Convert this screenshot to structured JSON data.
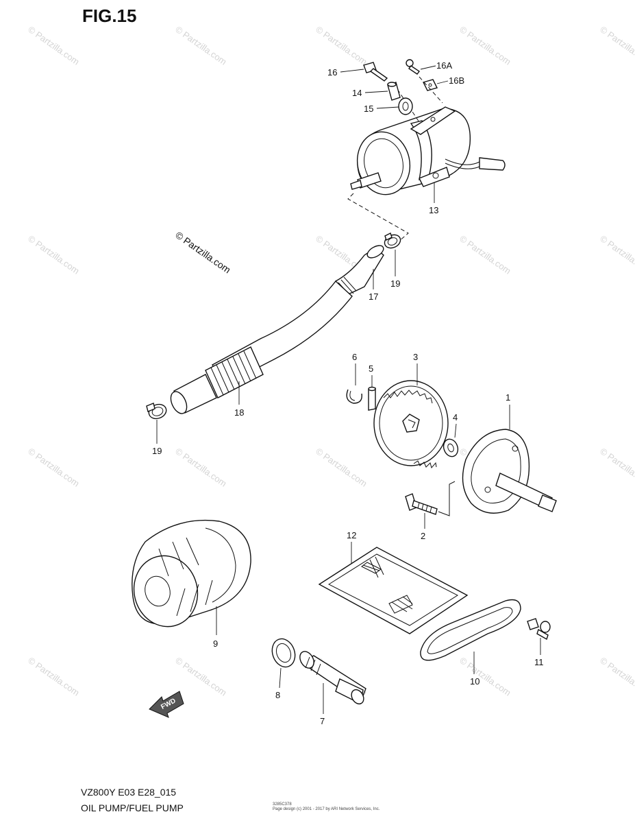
{
  "figure": {
    "title": "FIG.15",
    "model_code": "VZ800Y E03 E28_015",
    "section_title": "OIL PUMP/FUEL PUMP",
    "credit_line_1": "3285C378",
    "credit_line_2": "Page design (c) 2001 - 2017 by ARI Network Services, Inc."
  },
  "watermark": {
    "text": "© Partzilla.com"
  },
  "callouts": {
    "c1": "1",
    "c2": "2",
    "c3": "3",
    "c4": "4",
    "c5": "5",
    "c6": "6",
    "c7": "7",
    "c8": "8",
    "c9": "9",
    "c10": "10",
    "c11": "11",
    "c12": "12",
    "c13": "13",
    "c14": "14",
    "c15": "15",
    "c16": "16",
    "c16a": "16A",
    "c16b": "16B",
    "c17": "17",
    "c18": "18",
    "c19a": "19",
    "c19b": "19"
  },
  "fwd_label": "FWD"
}
